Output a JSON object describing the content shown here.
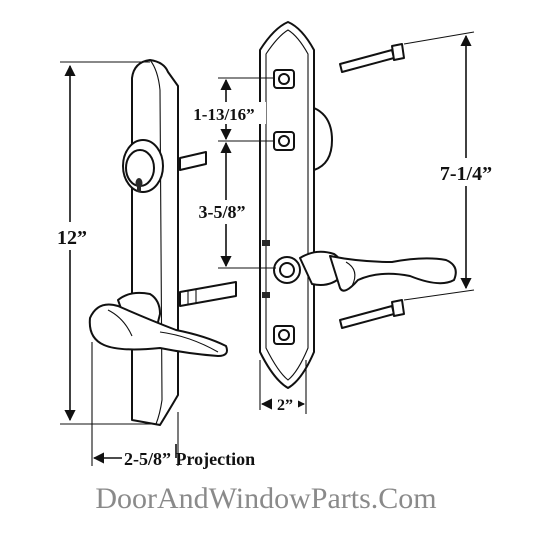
{
  "dimensions": {
    "height": "12”",
    "top_spacing": "1-13/16”",
    "middle_spacing": "3-5/8”",
    "screw_length": "7-1/4”",
    "width": "2”",
    "projection": "2-5/8” Projection"
  },
  "watermark": "DoorAndWindowParts.Com",
  "colors": {
    "ink": "#111111",
    "watermark": "#8a8a8a",
    "background": "#ffffff"
  }
}
